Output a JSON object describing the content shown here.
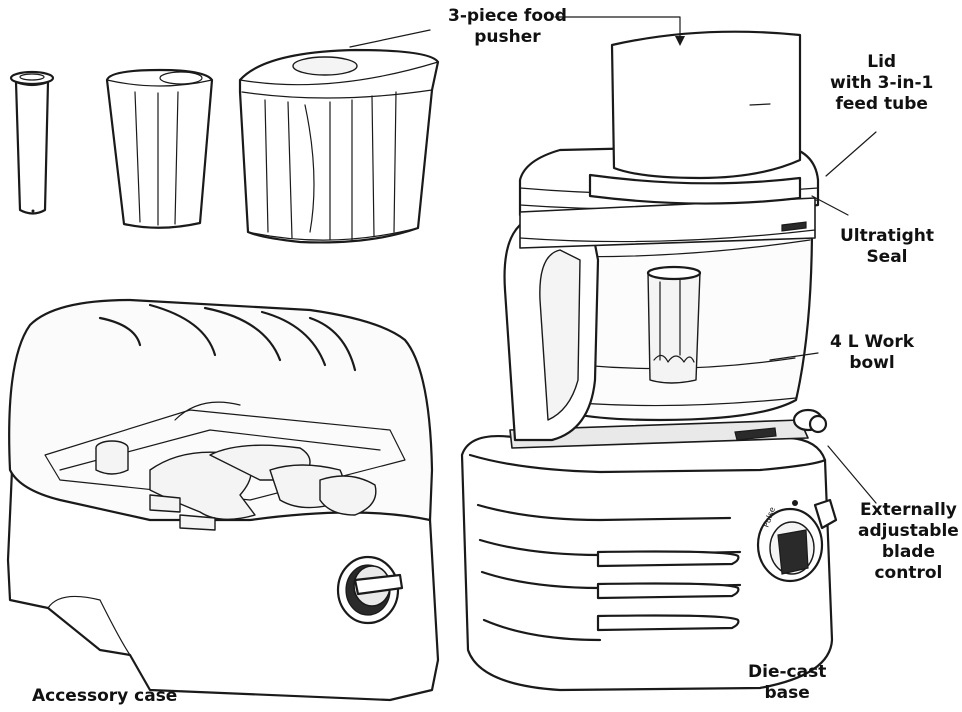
{
  "labels": {
    "food_pusher_line1": "3-piece food",
    "food_pusher_line2": "pusher",
    "lid_line1": "Lid",
    "lid_line2": "with 3-in-1",
    "lid_line3": "feed tube",
    "seal_line1": "Ultratight",
    "seal_line2": "Seal",
    "bowl_line1": "4 L Work",
    "bowl_line2": "bowl",
    "blade_line1": "Externally",
    "blade_line2": "adjustable",
    "blade_line3": "blade",
    "blade_line4": "control",
    "base_line1": "Die-cast",
    "base_line2": "base",
    "case_label": "Accessory case"
  },
  "dial_text": "Pulse"
}
